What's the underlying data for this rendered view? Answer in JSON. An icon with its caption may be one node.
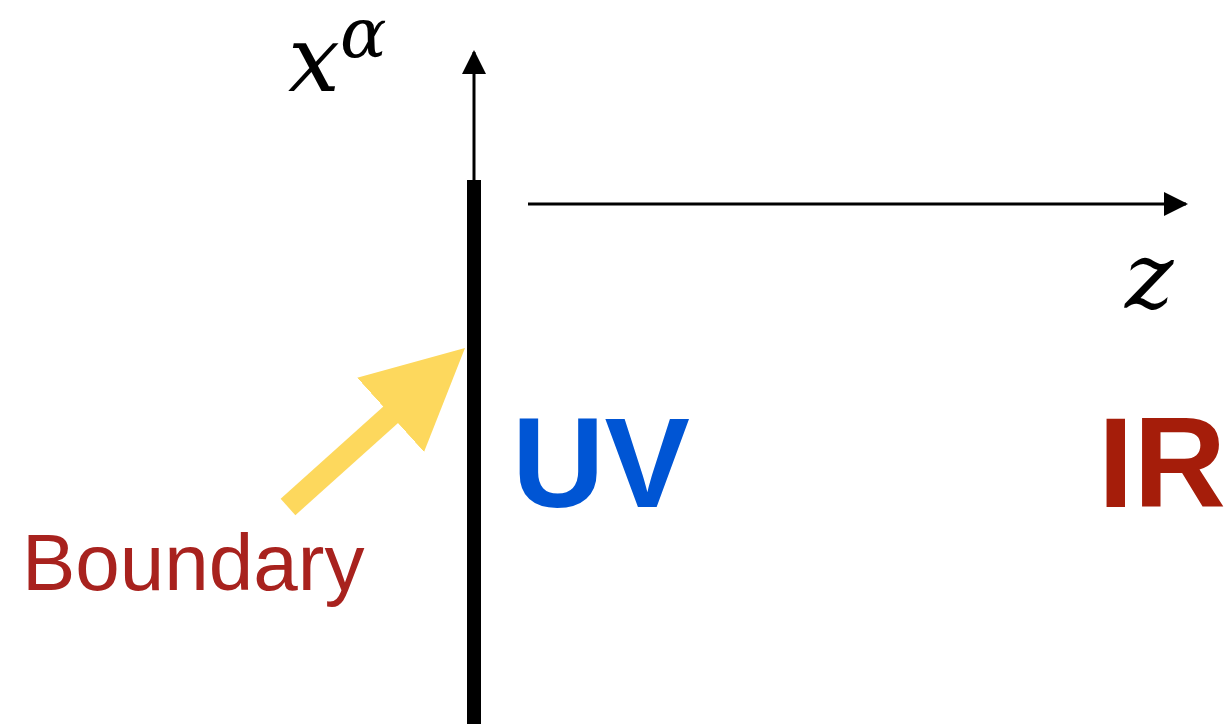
{
  "diagram": {
    "nodes": [
      {
        "text": [
          "Boundary"
        ]
      },
      {
        "text": [],
        "shape": "bar"
      }
    ],
    "edges": [
      {
        "from": 0,
        "to": 1,
        "arrow": "to",
        "color": "#fdd85d"
      }
    ],
    "labels": [
      "x$^{α}$",
      "z",
      "UV",
      "IR"
    ]
  }
}
